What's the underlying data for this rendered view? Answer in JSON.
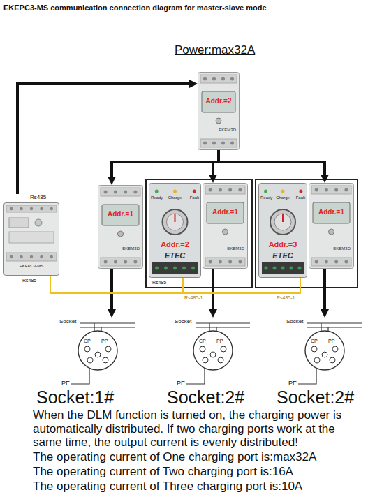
{
  "diagram": {
    "title": "EKEPC3-MS communication connection diagram for master-slave mode",
    "nodes": [
      {
        "text": [
          "Addr.=2",
          "EKEM3D"
        ]
      },
      {
        "text": [
          "Rs485",
          "EKEPC3-MS"
        ]
      },
      {
        "text": [
          "Addr.=1",
          "EKEM3D"
        ]
      },
      {
        "text": [
          "Ready",
          "Charge",
          "Fault",
          "Addr.=2",
          "ETEC"
        ]
      },
      {
        "text": [
          "Addr.=1",
          "EKEM3D"
        ]
      },
      {
        "text": [
          "Ready",
          "Charge",
          "Fault",
          "Addr.=3",
          "ETEC"
        ]
      },
      {
        "text": [
          "Addr.=1",
          "EKEM3D"
        ]
      },
      {
        "text": [
          "Socket",
          "CP",
          "PP"
        ]
      },
      {
        "text": [
          "Socket",
          "CP",
          "PP"
        ]
      },
      {
        "text": [
          "Socket",
          "CP",
          "PP"
        ]
      }
    ],
    "edges": [
      {
        "from": 1,
        "to": 0,
        "arrow": "to"
      },
      {
        "from": 0,
        "to": 2,
        "arrow": "to"
      },
      {
        "from": 0,
        "to": 4,
        "arrow": "to"
      },
      {
        "from": 0,
        "to": 6,
        "arrow": "to"
      },
      {
        "from": 2,
        "to": 7,
        "arrow": "to"
      },
      {
        "from": 4,
        "to": 8,
        "arrow": "to"
      },
      {
        "from": 6,
        "to": 9,
        "arrow": "to"
      },
      {
        "from": 1,
        "to": 3,
        "arrow": "none"
      },
      {
        "from": 1,
        "to": 5,
        "arrow": "none"
      }
    ],
    "labels": [
      "Power:max32A",
      "Rs485",
      "Rs485",
      "Rs485-1",
      "Rs485-1",
      "PE",
      "PE",
      "PE",
      "Socket:1#",
      "Socket:2#",
      "Socket:2#",
      "When the DLM function is turned on, the charging power is automatically distributed. If two charging ports work at the same time, the output current is evenly distributed!",
      "The operating current of One charging port is:max32A",
      "The operating current of Two charging port is:16A",
      "The operating current of Three charging port is:10A"
    ]
  }
}
